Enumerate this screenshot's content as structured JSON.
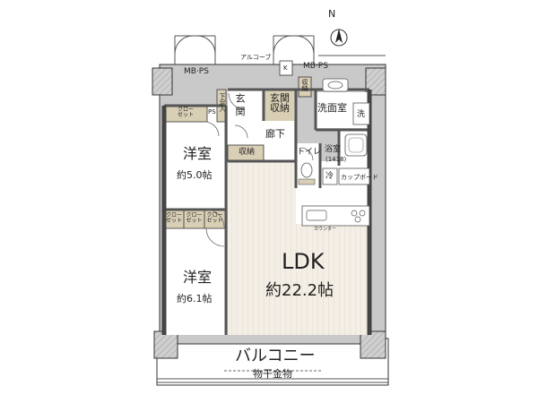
{
  "compass": {
    "label": "N"
  },
  "rooms": {
    "mbps_left": "MB·PS",
    "mbps_right": "MB·PS",
    "alcove": "アルコーブ",
    "k_box": "K",
    "storage_top": "収納",
    "entrance": "玄\n関",
    "entrance_storage": "玄関\n収納",
    "shoe_rack": "下足入",
    "ps": "PS",
    "washroom": "洗面室",
    "wash": "洗",
    "hallway": "廊下",
    "storage_mid": "収納",
    "toilet": "トイレ",
    "bath": "浴室",
    "bath_size": "(1418)",
    "fridge": "冷",
    "cupboard": "カップボード",
    "counter": "カウンター",
    "closet_top": "クロー\nゼット",
    "closet_row": [
      "クロー\nゼット",
      "クロー\nゼット",
      "クロー\nゼット"
    ],
    "western1_name": "洋室",
    "western1_size": "約5.0帖",
    "western2_name": "洋室",
    "western2_size": "約6.1帖",
    "ldk_name": "LDK",
    "ldk_size": "約22.2帖",
    "balcony": "バルコニー",
    "drying": "物干金物"
  }
}
